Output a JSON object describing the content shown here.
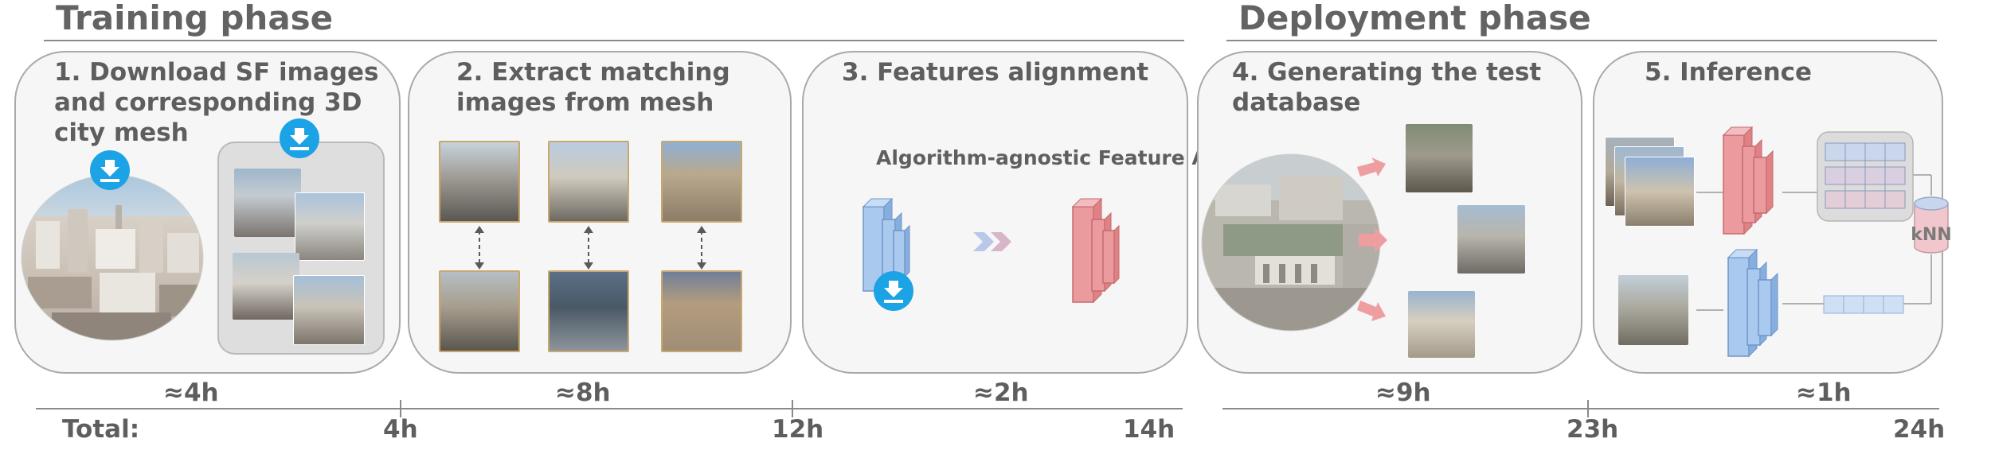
{
  "phases": {
    "training": "Training phase",
    "deployment": "Deployment phase"
  },
  "steps": [
    {
      "title": "1. Download SF images and corresponding 3D city mesh",
      "duration": "≈4h"
    },
    {
      "title": "2. Extract matching images from mesh",
      "duration": "≈8h"
    },
    {
      "title": "3. Features alignment",
      "duration": "≈2h",
      "caption": "Algorithm-agnostic Feature Alignment"
    },
    {
      "title": "4. Generating the test database",
      "duration": "≈9h"
    },
    {
      "title": "5. Inference",
      "duration": "≈1h",
      "knn": "kNN"
    }
  ],
  "timeline": {
    "total_label": "Total:",
    "ticks": [
      "4h",
      "12h",
      "14h",
      "23h",
      "24h"
    ]
  },
  "icons": {
    "download": "download-icon"
  },
  "colors": {
    "download_blue": "#1ba3e6",
    "encoder_blue": "#a9c9ef",
    "encoder_red": "#eb9b9e",
    "arrow_red": "#ee9ea0",
    "panel_bg": "#f6f6f6"
  }
}
